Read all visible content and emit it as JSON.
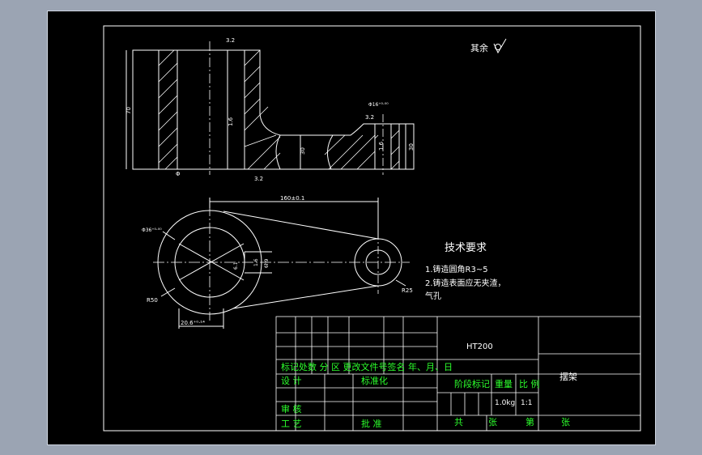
{
  "drawing": {
    "roughness_other": "其余",
    "dims": {
      "ra_top": "3.2",
      "ra_bore": "1.6",
      "ra_bottom": "3.2",
      "ra_right_top": "3.2",
      "ra_right_bore": "1.6",
      "height_left": "70",
      "height_mid": "30",
      "height_right": "30",
      "center_mark": "Φ",
      "fit_small": "Φ16⁺⁰·⁰⁰",
      "center_dist": "160±0.1",
      "bore_big": "Φ36⁺⁰·⁰⁰",
      "r_big": "R50",
      "r_small": "R25",
      "keyway_w": "6.1",
      "keyway_d": "1.6",
      "keyway_label": "6h9",
      "key_len": "20.6⁺⁰·¹⁴"
    },
    "tech": {
      "title": "技术要求",
      "line1": "1.铸造圆角R3~5",
      "line2": "2.铸造表面应无夹渣，",
      "line3": "气孔"
    }
  },
  "title_block": {
    "material": "HT200",
    "part_name": "摆架",
    "header_row": "标记处数 分 区 更改文件号签名 年、月、日",
    "design": "设 计",
    "standardize": "标准化",
    "stage_mark": "阶段标记",
    "weight": "重量",
    "scale": "比 例",
    "weight_val": "1.0kg",
    "scale_val": "1:1",
    "review": "审 核",
    "process": "工 艺",
    "approve": "批 准",
    "total": "共",
    "sheets": "张",
    "sheet_no": "第",
    "sheet": "张"
  }
}
